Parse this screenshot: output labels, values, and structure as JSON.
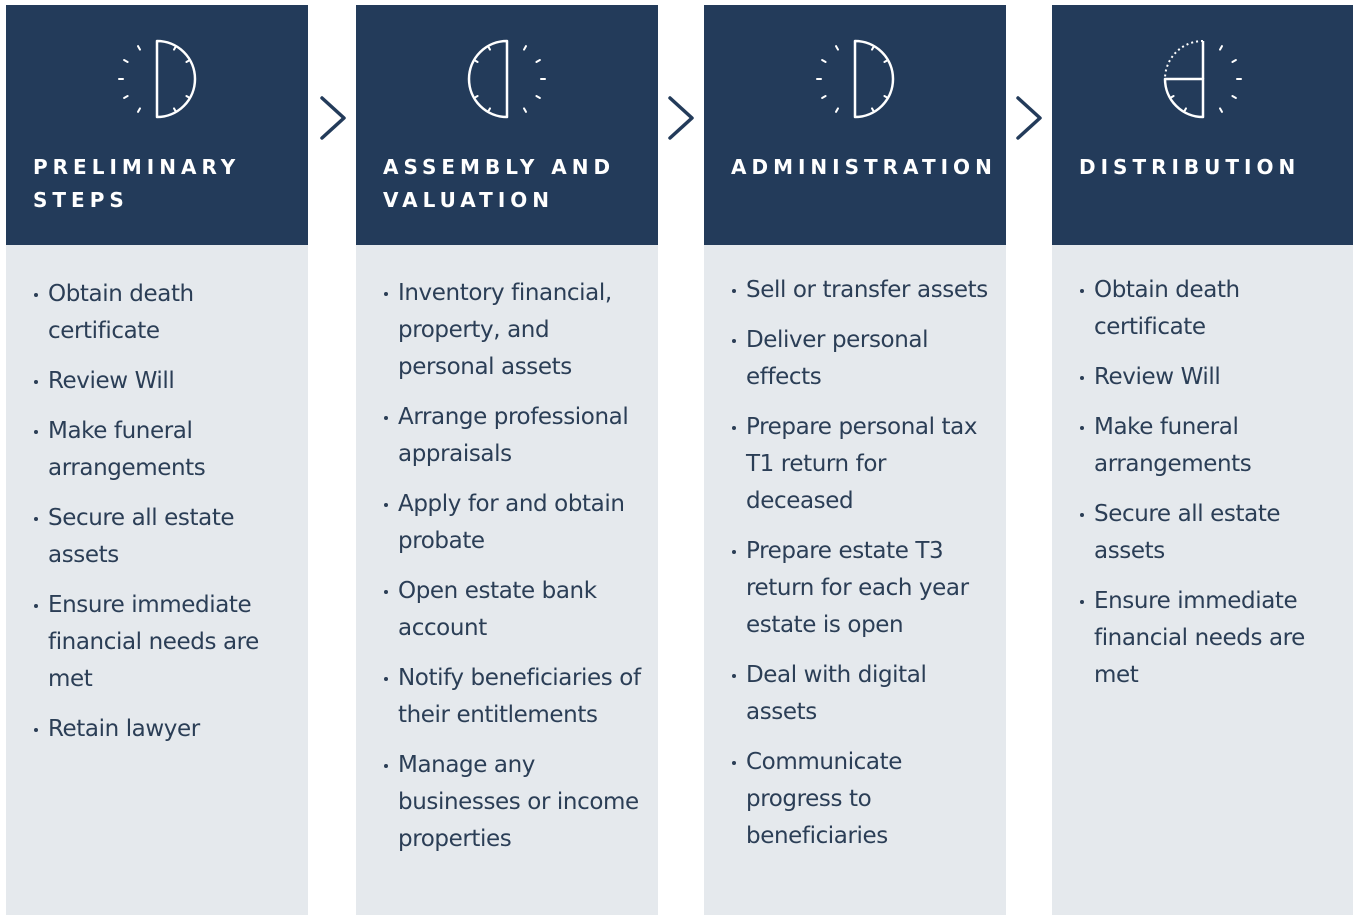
{
  "columns": [
    {
      "title": "PRELIMINARY STEPS",
      "items": [
        "Obtain death certificate",
        "Review Will",
        "Make funeral arrangements",
        "Secure all estate assets",
        "Ensure immediate financial needs are met",
        "Retain lawyer"
      ]
    },
    {
      "title": "ASSEMBLY AND VALUATION",
      "items": [
        "Inventory financial, property, and personal assets",
        "Arrange professional appraisals",
        "Apply for and obtain probate",
        "Open estate bank account",
        "Notify beneficiaries of their entitlements",
        "Manage any businesses or income properties"
      ]
    },
    {
      "title": "ADMINISTRATION",
      "items": [
        "Sell or transfer assets",
        "Deliver personal effects",
        "Prepare personal tax T1 return for deceased",
        "Prepare estate T3 return for each year estate is open",
        "Deal with digital assets",
        "Communicate progress to beneficiaries"
      ]
    },
    {
      "title": "DISTRIBUTION",
      "items": [
        "Obtain death certificate",
        "Review Will",
        "Make funeral arrangements",
        "Secure all estate assets",
        "Ensure immediate financial needs are met"
      ]
    }
  ],
  "colors": {
    "header": "#233b5a",
    "body": "#e5e9ed",
    "text": "#2b3e56",
    "arrow": "#233b5a"
  },
  "icons": {
    "step_1": "clock-half-right-icon",
    "step_2": "clock-half-left-icon",
    "step_3": "clock-half-right-icon",
    "step_4": "clock-quarter-icon",
    "arrow": "chevron-right-icon"
  }
}
